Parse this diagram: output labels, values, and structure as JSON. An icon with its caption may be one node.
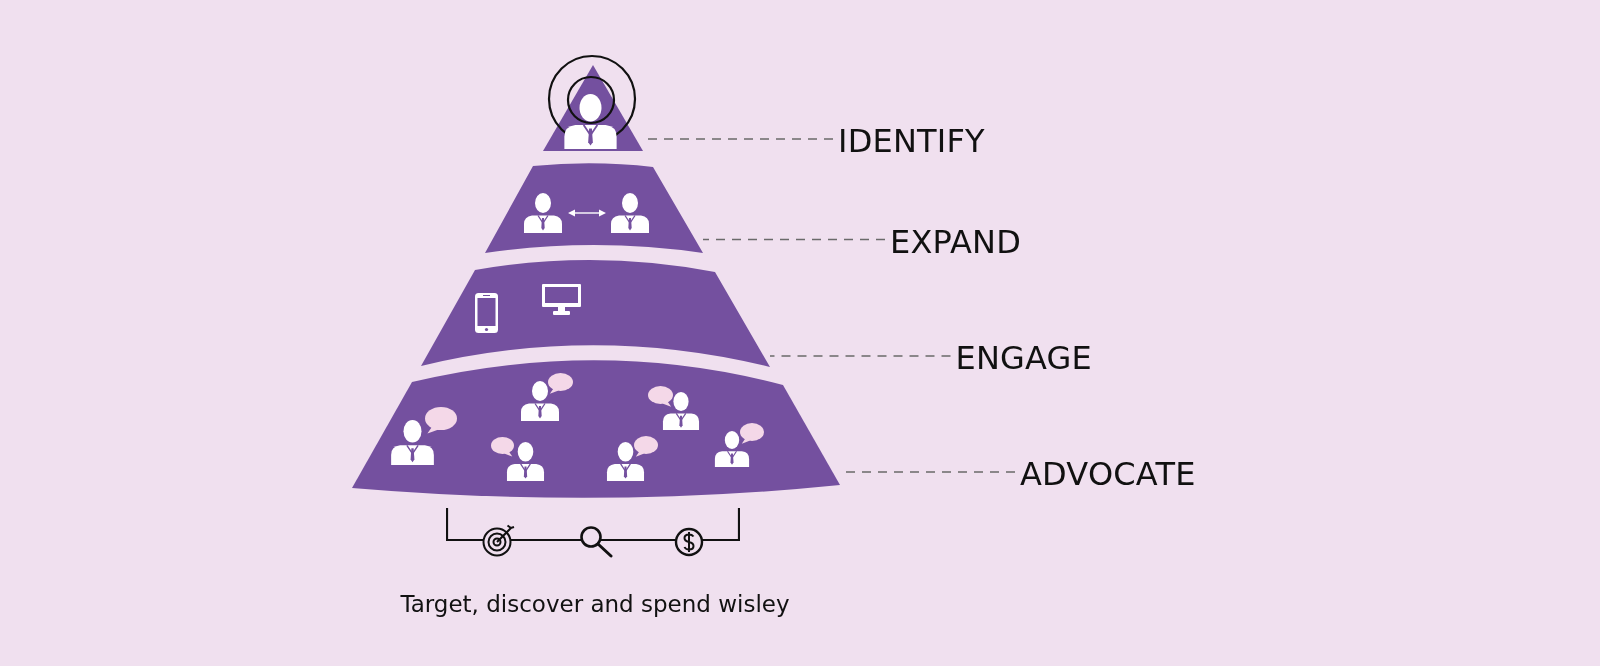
{
  "diagram": {
    "nodes": [
      {
        "text": [],
        "shape": "triangle"
      },
      {
        "text": [],
        "shape": "trapezoid"
      },
      {
        "text": [],
        "shape": "trapezoid"
      },
      {
        "text": [],
        "shape": "trapezoid"
      },
      {
        "text": [
          "IDENTIFY"
        ]
      },
      {
        "text": [
          "EXPAND"
        ]
      },
      {
        "text": [
          "ENGAGE"
        ]
      },
      {
        "text": [
          "ADVOCATE"
        ]
      }
    ],
    "edges": [
      {
        "from": 4,
        "to": 0,
        "arrow": "none",
        "style": "dashed"
      },
      {
        "from": 5,
        "to": 1,
        "arrow": "none",
        "style": "dashed"
      },
      {
        "from": 6,
        "to": 2,
        "arrow": "none",
        "style": "dashed"
      },
      {
        "from": 7,
        "to": 3,
        "arrow": "none",
        "style": "dashed"
      }
    ],
    "labels": [
      "Target, discover and spend wisley"
    ]
  }
}
